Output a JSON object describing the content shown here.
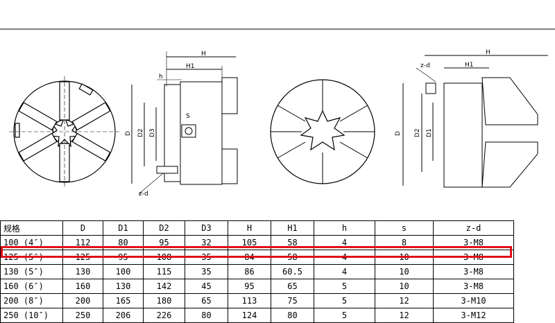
{
  "labels": {
    "H": "H",
    "H1": "H1",
    "h": "h",
    "D": "D",
    "D1": "D1",
    "D2": "D2",
    "D3": "D3",
    "S": "S",
    "zd": "z-d"
  },
  "table": {
    "headers": [
      "规格",
      "D",
      "D1",
      "D2",
      "D3",
      "H",
      "H1",
      "h",
      "s",
      "z-d"
    ],
    "rows": [
      [
        "100 (4″)",
        "112",
        "80",
        "95",
        "32",
        "105",
        "58",
        "4",
        "8",
        "3-M8"
      ],
      [
        "125 (5″)",
        "125",
        "95",
        "108",
        "35",
        "84",
        "58",
        "4",
        "10",
        "3-M8"
      ],
      [
        "130 (5″)",
        "130",
        "100",
        "115",
        "35",
        "86",
        "60.5",
        "4",
        "10",
        "3-M8"
      ],
      [
        "160 (6″)",
        "160",
        "130",
        "142",
        "45",
        "95",
        "65",
        "5",
        "10",
        "3-M8"
      ],
      [
        "200 (8″)",
        "200",
        "165",
        "180",
        "65",
        "113",
        "75",
        "5",
        "12",
        "3-M10"
      ],
      [
        "250 (10″)",
        "250",
        "206",
        "226",
        "80",
        "124",
        "80",
        "5",
        "12",
        "3-M12"
      ]
    ],
    "highlight_row": 1,
    "highlight_color": "#e0101a"
  }
}
